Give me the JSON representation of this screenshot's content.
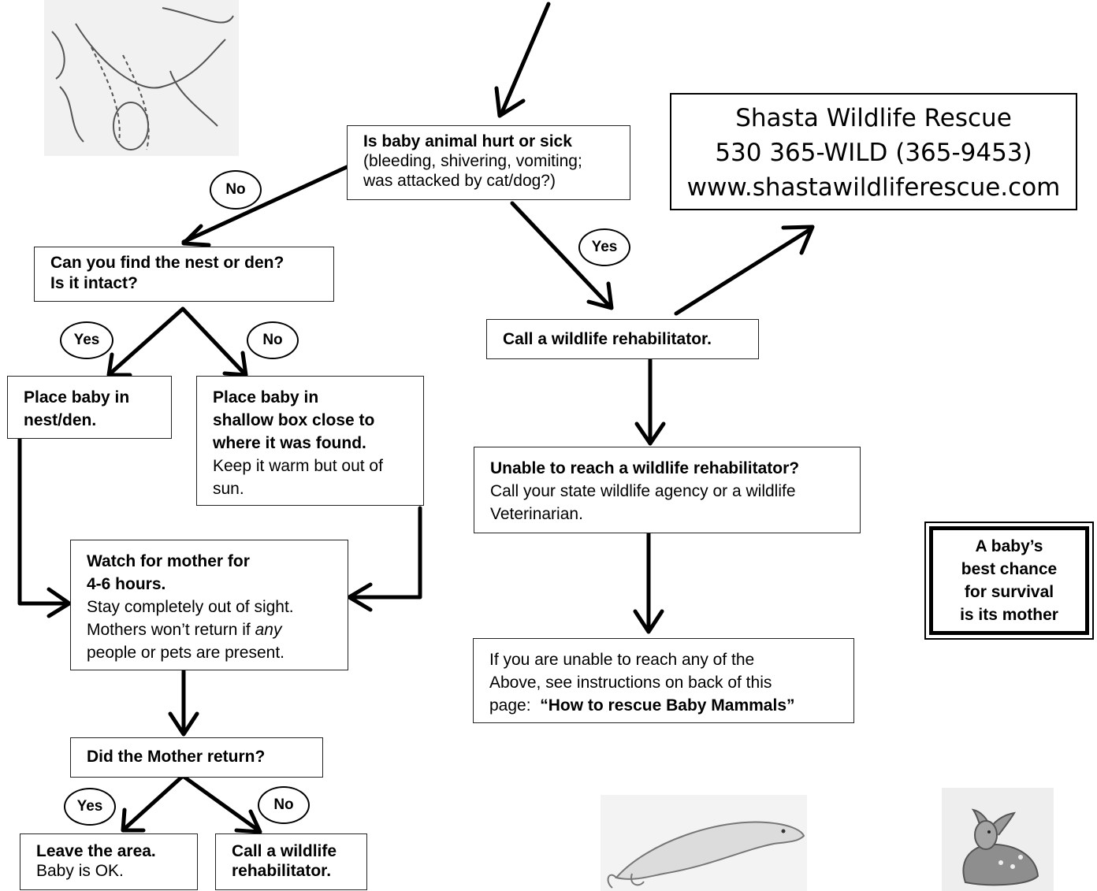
{
  "nodes": {
    "q_hurt": {
      "title": "Is baby animal hurt or sick",
      "detail1": "(bleeding, shivering, vomiting;",
      "detail2": "was attacked by cat/dog?)"
    },
    "q_nest": {
      "line1": "Can you find the nest or den?",
      "line2": "Is it intact?"
    },
    "place_nest": {
      "line1": "Place baby in",
      "line2": "nest/den."
    },
    "place_box": {
      "line1": "Place baby in",
      "line2": "shallow box close to",
      "line3": "where it was found.",
      "line4": "Keep it warm but out of",
      "line5": "sun."
    },
    "watch": {
      "line1": "Watch for mother for",
      "line2": "4-6 hours.",
      "line3": "Stay completely out of sight.",
      "line4a": "Mothers won’t return if ",
      "line4b": "any",
      "line5": "people or pets are present."
    },
    "q_return": {
      "text": "Did the Mother return?"
    },
    "leave": {
      "line1": "Leave the area.",
      "line2": "Baby is OK."
    },
    "call_rehab_left": {
      "line1": "Call a wildlife",
      "line2": "rehabilitator."
    },
    "call_rehab": {
      "text": "Call a wildlife rehabilitator."
    },
    "unable": {
      "line1": "Unable to reach a wildlife rehabilitator?",
      "line2": "Call your state wildlife agency or a wildlife",
      "line3": "Veterinarian."
    },
    "backpage": {
      "line1": "If you are unable to reach any of the",
      "line2": "Above, see instructions on back of this",
      "line3a": "page:  ",
      "line3b": "“How to rescue Baby Mammals”"
    }
  },
  "labels": {
    "no1": "No",
    "yes1": "Yes",
    "yes2": "Yes",
    "no2": "No",
    "yes3": "Yes",
    "no3": "No"
  },
  "contact": {
    "name": "Shasta Wildlife Rescue",
    "phone": "530 365-WILD (365-9453)",
    "website": "www.shastawildliferescue.com"
  },
  "motto": {
    "line1": "A baby’s",
    "line2": "best chance",
    "line3": "for survival",
    "line4": "is its mother"
  },
  "illustrations": {
    "top_left": "baby-animal-in-hand-illustration",
    "bottom_seal": "seal-pup-illustration",
    "bottom_fawn": "fawn-illustration"
  }
}
